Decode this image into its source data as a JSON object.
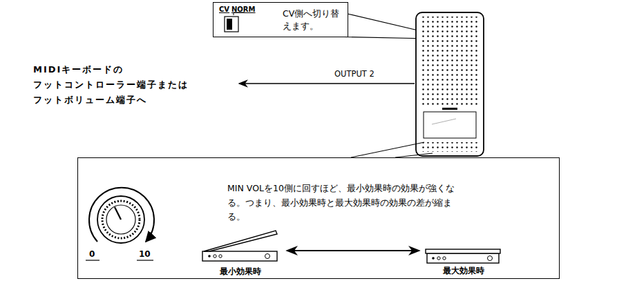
{
  "diagram": {
    "nodes": [
      {
        "text": [
          "CV側へ切り替えます。"
        ]
      },
      {
        "text": [
          "MIN VOLを10側に回すほど、最小効果時の効果が強くなる。つまり、最小効果時と最大効果時の効果の差が縮まる。"
        ]
      },
      {
        "text": [
          "最小効果時"
        ],
        "in": 1
      },
      {
        "text": [
          "最大効果時"
        ],
        "in": 1
      }
    ],
    "edges": [
      {
        "from": 2,
        "to": 3,
        "arrow": "both"
      }
    ],
    "labels": [
      "CV",
      "NORM",
      "OUTPUT 2",
      "MIDIキーボードの フットコントローラー端子または フットボリューム端子へ",
      "0",
      "10"
    ]
  }
}
